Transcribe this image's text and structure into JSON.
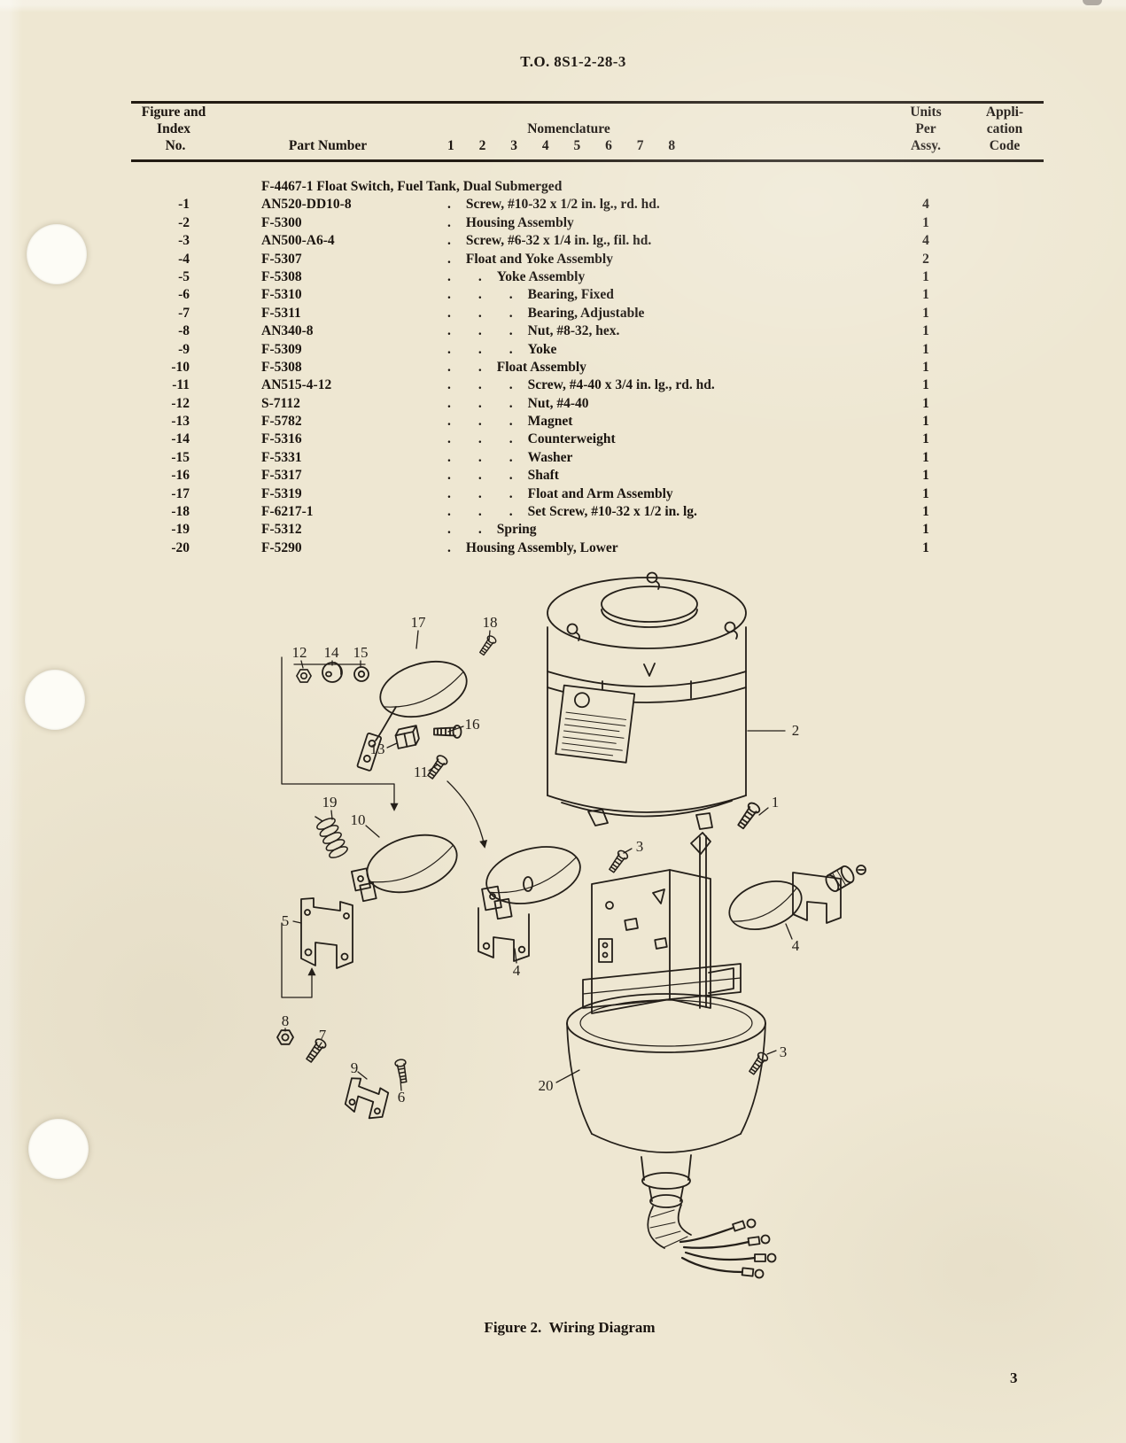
{
  "page": {
    "to_number": "T.O. 8S1-2-28-3",
    "page_number": "3",
    "figure_caption": "Figure 2.  Wiring Diagram"
  },
  "table": {
    "header": {
      "figure_line1": "Figure and",
      "figure_line2": "Index",
      "figure_line3": "No.",
      "part_number": "Part Number",
      "nomenclature": "Nomenclature",
      "indent_digits": "1 2 3 4 5 6 7 8",
      "units_line1": "Units",
      "units_line2": "Per",
      "units_line3": "Assy.",
      "app_line1": "Appli-",
      "app_line2": "cation",
      "app_line3": "Code"
    },
    "assembly_title": "F-4467-1 Float Switch, Fuel Tank, Dual Submerged",
    "rows": [
      {
        "index": "-1",
        "part": "AN520-DD10-8",
        "dots": ".",
        "nomenclature": "Screw, #10-32 x 1/2 in. lg., rd. hd.",
        "units": "4",
        "code": ""
      },
      {
        "index": "-2",
        "part": "F-5300",
        "dots": ".",
        "nomenclature": "Housing Assembly",
        "units": "1",
        "code": ""
      },
      {
        "index": "-3",
        "part": "AN500-A6-4",
        "dots": ".",
        "nomenclature": "Screw, #6-32 x 1/4 in. lg., fil. hd.",
        "units": "4",
        "code": ""
      },
      {
        "index": "-4",
        "part": "F-5307",
        "dots": ".",
        "nomenclature": "Float and Yoke Assembly",
        "units": "2",
        "code": ""
      },
      {
        "index": "-5",
        "part": "F-5308",
        "dots": "..",
        "nomenclature": "Yoke Assembly",
        "units": "1",
        "code": ""
      },
      {
        "index": "-6",
        "part": "F-5310",
        "dots": "...",
        "nomenclature": "Bearing, Fixed",
        "units": "1",
        "code": ""
      },
      {
        "index": "-7",
        "part": "F-5311",
        "dots": "...",
        "nomenclature": "Bearing, Adjustable",
        "units": "1",
        "code": ""
      },
      {
        "index": "-8",
        "part": "AN340-8",
        "dots": "...",
        "nomenclature": "Nut, #8-32, hex.",
        "units": "1",
        "code": ""
      },
      {
        "index": "-9",
        "part": "F-5309",
        "dots": "...",
        "nomenclature": "Yoke",
        "units": "1",
        "code": ""
      },
      {
        "index": "-10",
        "part": "F-5308",
        "dots": "..",
        "nomenclature": "Float Assembly",
        "units": "1",
        "code": ""
      },
      {
        "index": "-11",
        "part": "AN515-4-12",
        "dots": "...",
        "nomenclature": "Screw, #4-40 x 3/4 in. lg., rd. hd.",
        "units": "1",
        "code": ""
      },
      {
        "index": "-12",
        "part": "S-7112",
        "dots": "...",
        "nomenclature": "Nut, #4-40",
        "units": "1",
        "code": ""
      },
      {
        "index": "-13",
        "part": "F-5782",
        "dots": "...",
        "nomenclature": "Magnet",
        "units": "1",
        "code": ""
      },
      {
        "index": "-14",
        "part": "F-5316",
        "dots": "...",
        "nomenclature": "Counterweight",
        "units": "1",
        "code": ""
      },
      {
        "index": "-15",
        "part": "F-5331",
        "dots": "...",
        "nomenclature": "Washer",
        "units": "1",
        "code": ""
      },
      {
        "index": "-16",
        "part": "F-5317",
        "dots": "...",
        "nomenclature": "Shaft",
        "units": "1",
        "code": ""
      },
      {
        "index": "-17",
        "part": "F-5319",
        "dots": "...",
        "nomenclature": "Float and Arm Assembly",
        "units": "1",
        "code": ""
      },
      {
        "index": "-18",
        "part": "F-6217-1",
        "dots": "...",
        "nomenclature": "Set Screw, #10-32 x 1/2 in. lg.",
        "units": "1",
        "code": ""
      },
      {
        "index": "-19",
        "part": "F-5312",
        "dots": "..",
        "nomenclature": "Spring",
        "units": "1",
        "code": ""
      },
      {
        "index": "-20",
        "part": "F-5290",
        "dots": ".",
        "nomenclature": "Housing Assembly, Lower",
        "units": "1",
        "code": ""
      }
    ]
  },
  "diagram": {
    "callouts": [
      "17",
      "18",
      "12",
      "14",
      "15",
      "16",
      "13",
      "11",
      "19",
      "10",
      "2",
      "1",
      "3",
      "5",
      "4",
      "4",
      "8",
      "7",
      "9",
      "6",
      "20",
      "3"
    ]
  },
  "colors": {
    "paper": "#eee7d2",
    "ink": "#241f19"
  }
}
